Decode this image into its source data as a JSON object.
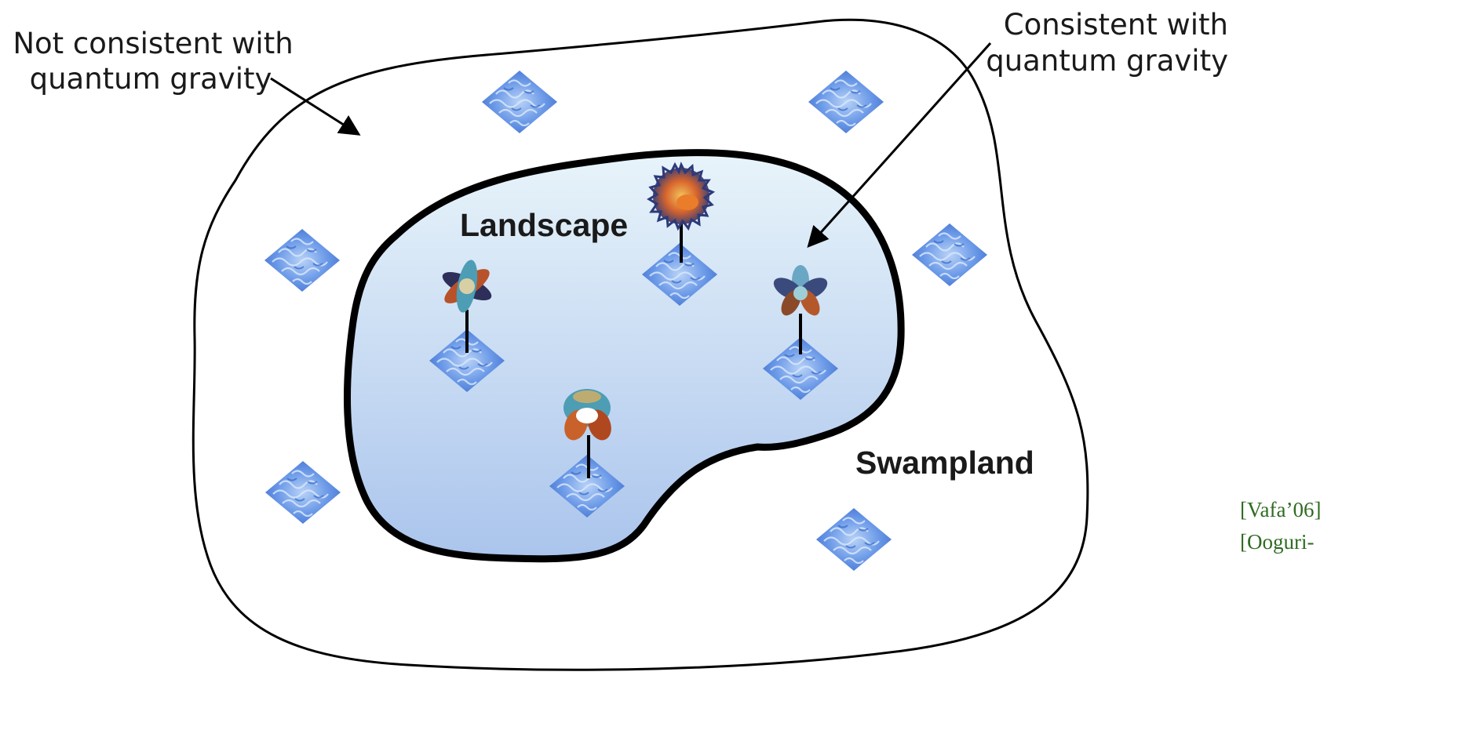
{
  "labels": {
    "not_consistent_line1": "Not consistent with",
    "not_consistent_line2": "quantum gravity",
    "consistent_line1": "Consistent with",
    "consistent_line2": "quantum gravity",
    "landscape": "Landscape",
    "swampland": "Swampland"
  },
  "citations": {
    "line1": "[Vafa’06]",
    "line2": "[Ooguri-"
  },
  "colors": {
    "outline": "#000000",
    "landscape_fill_top": "#e8f4fa",
    "landscape_fill_bottom": "#aac4ec",
    "tile": "#5b8ee6",
    "tile_light": "#a9c8f5",
    "citation": "#2f6b22",
    "manifold_dark": "#3a3f6b",
    "manifold_warm": "#c8622a",
    "manifold_teal": "#4d9db5"
  },
  "icons": {
    "tile": "calabi-yau-tile-icon",
    "manifold": "compact-manifold-icon"
  }
}
